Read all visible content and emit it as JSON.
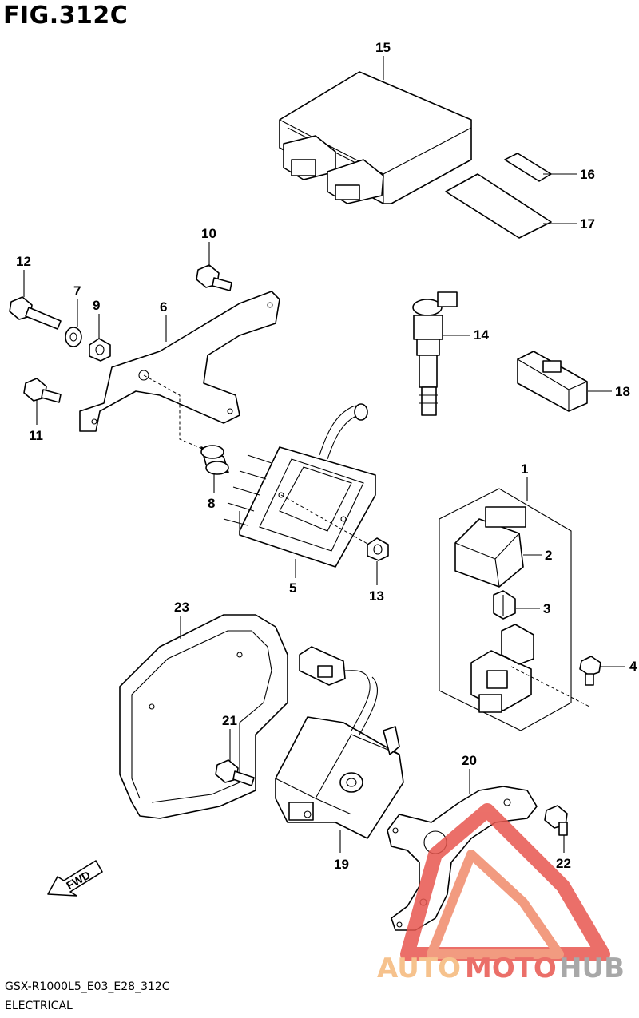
{
  "figure": {
    "title": "FIG.312C",
    "model_code": "GSX-R1000L5_E03_E28_312C",
    "section": "ELECTRICAL",
    "fwd_label": "FWD"
  },
  "watermark": {
    "text_a": "AUTO",
    "text_b": "MOTO",
    "text_c": "HUB",
    "color_light": "#f5b87a",
    "color_red": "#e8574f",
    "color_gray": "#9a9a9a"
  },
  "callouts": [
    "1",
    "2",
    "3",
    "4",
    "5",
    "6",
    "7",
    "8",
    "9",
    "10",
    "11",
    "12",
    "13",
    "14",
    "15",
    "16",
    "17",
    "18",
    "19",
    "20",
    "21",
    "22",
    "23"
  ]
}
